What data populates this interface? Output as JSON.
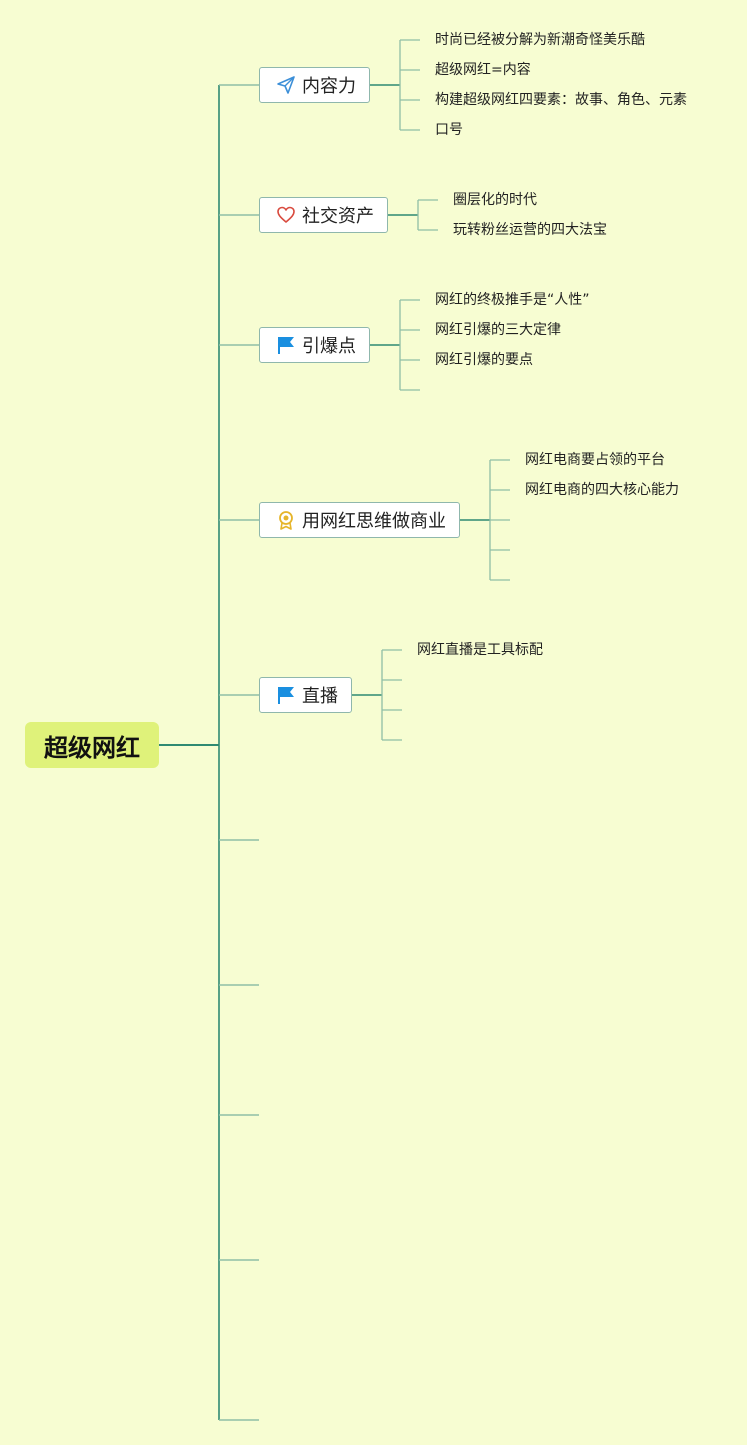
{
  "root": {
    "label": "超级网红"
  },
  "branches": [
    {
      "label": "内容力",
      "icon": "paper-plane-icon",
      "icon_color": "#3c8fd8",
      "leaves": [
        "时尚已经被分解为新潮奇怪美乐酷",
        "超级网红=内容",
        "构建超级网红四要素：故事、角色、元素",
        "口号"
      ]
    },
    {
      "label": "社交资产",
      "icon": "heart-icon",
      "icon_color": "#d94b3f",
      "leaves": [
        "圈层化的时代",
        "玩转粉丝运营的四大法宝"
      ]
    },
    {
      "label": "引爆点",
      "icon": "flag-icon",
      "icon_color": "#1a8fe0",
      "leaves": [
        "网红的终极推手是“人性”",
        "网红引爆的三大定律",
        "网红引爆的要点",
        ""
      ]
    },
    {
      "label": "用网红思维做商业",
      "icon": "award-ribbon-icon",
      "icon_color": "#e6b52a",
      "leaves": [
        "网红电商要占领的平台",
        "网红电商的四大核心能力",
        "",
        "",
        ""
      ]
    },
    {
      "label": "直播",
      "icon": "flag-icon",
      "icon_color": "#1a8fe0",
      "leaves": [
        "网红直播是工具标配",
        "",
        "",
        ""
      ]
    }
  ],
  "colors": {
    "background": "#f7fdd2",
    "root_fill": "#dff27a",
    "trunk_line": "#2f8a72",
    "branch_line": "#8fbfa6",
    "branch_border": "#8fb7ac"
  }
}
